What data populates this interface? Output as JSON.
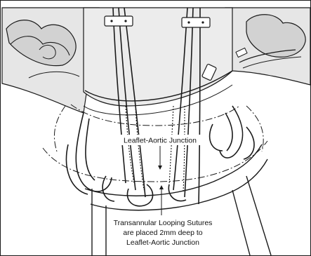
{
  "figure": {
    "labels": {
      "leaflet_aortic_junction": "Leaflet-Aortic Junction",
      "sutures_line1": "Transannular Looping Sutures",
      "sutures_line2": "are placed 2mm deep to",
      "sutures_line3": "Leaflet-Aortic Junction"
    }
  },
  "colors": {
    "line": "#1a1a1a",
    "tissue_fill": "#e6e6e6",
    "tissue_fill_dark": "#d2d2d2",
    "background": "#ffffff"
  }
}
